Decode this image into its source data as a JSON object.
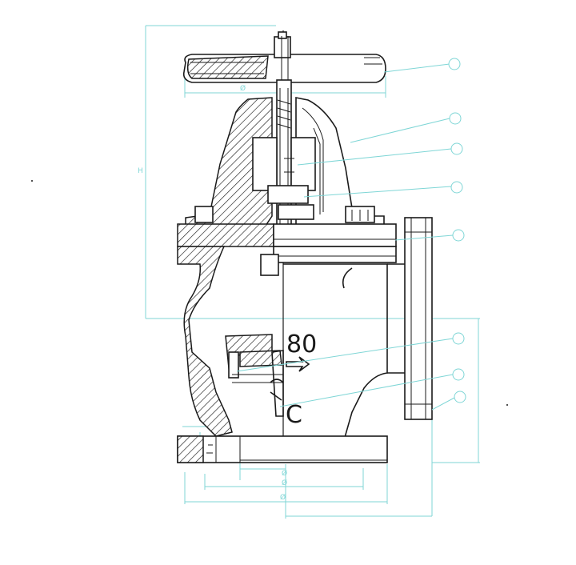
{
  "body_markings": {
    "size": "80",
    "material": "C"
  },
  "dimension_labels": {
    "handwheel_diameter": "Ø",
    "height": "H",
    "bore_diameter": "Ø",
    "bolt_circle_diameter": "Ø",
    "flange_diameter": "Ø"
  },
  "callout_count": 8,
  "colors": {
    "line": "#1a1a1a",
    "dimension": "#7fd6d6",
    "background": "#ffffff"
  }
}
